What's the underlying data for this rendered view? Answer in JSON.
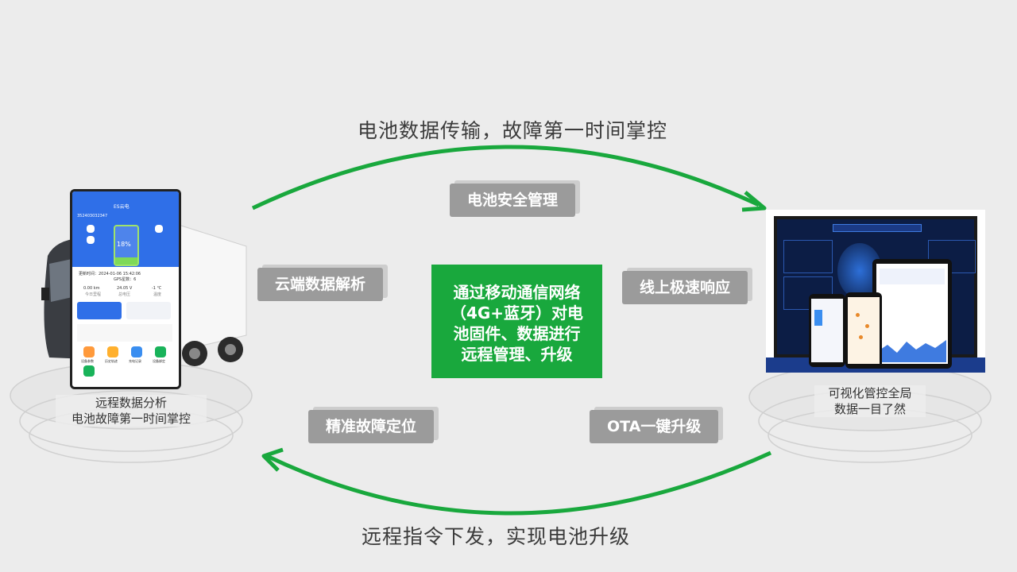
{
  "top_title": "电池数据传输，故障第一时间掌控",
  "bottom_title": "远程指令下发，实现电池升级",
  "pills": {
    "battery_safety": "电池安全管理",
    "cloud_parse": "云端数据解析",
    "online_response": "线上极速响应",
    "fault_locate": "精准故障定位",
    "ota_upgrade": "OTA一键升级"
  },
  "center_box": {
    "line1": "通过移动通信网络",
    "line2": "（4G+蓝牙）对电",
    "line3": "池固件、数据进行",
    "line4": "远程管理、升级"
  },
  "left_caption": {
    "line1": "远程数据分析",
    "line2": "电池故障第一时间掌控"
  },
  "right_caption": {
    "line1": "可视化管控全局",
    "line2": "数据一目了然"
  },
  "phone": {
    "app_title": "ES云电",
    "device_id": "352403032347",
    "battery_percent": "18%",
    "update_time": "更新时间：2024-01-06 15:42:06",
    "gps": "GPS星数：6",
    "stat1_value": "0.00 km",
    "stat1_label": "今日里程",
    "stat2_value": "24.05 V",
    "stat2_label": "总电压",
    "stat3_value": "-1 ℃",
    "stat3_label": "温度",
    "tool1": "设备参数",
    "tool2": "历史轨迹",
    "tool3": "充电记录",
    "tool4": "设备绑定"
  },
  "colors": {
    "accent_green": "#19a83d",
    "pill_gray": "#9b9b9b",
    "phone_blue": "#2f6fe8",
    "dash_navy": "#0c1d45"
  }
}
